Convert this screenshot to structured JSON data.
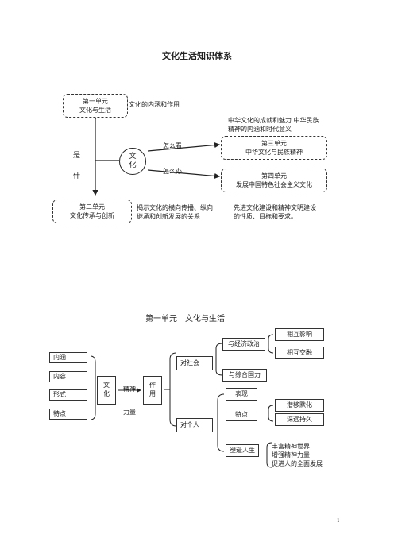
{
  "title": "文化生活知识体系",
  "diagram1": {
    "unit1": {
      "line1": "第一单元",
      "line2": "文化与生活"
    },
    "unit1_note": "文化的内涵和作用",
    "unit2": {
      "line1": "第二单元",
      "line2": "文化传承与创新"
    },
    "unit2_note": {
      "line1": "揭示文化的横向传播、纵向",
      "line2": "继承和创新发展的关系"
    },
    "shi": "是",
    "shen": "什",
    "culture": {
      "c1": "文",
      "c2": "化"
    },
    "how_see": "怎么看",
    "how_do": "怎么办",
    "unit3_note": {
      "line1": "中华文化的成就和魅力.中华民族",
      "line2": "精神的内涵和时代意义"
    },
    "unit3": {
      "line1": "第三单元",
      "line2": "中华文化与民族精神"
    },
    "unit4": {
      "line1": "第四单元",
      "line2": "发展中国特色社会主义文化"
    },
    "unit4_note": {
      "line1": "先进文化建设和精神文明建设",
      "line2": "的性质、目标和要求。"
    }
  },
  "diagram2": {
    "heading": "第一单元　文化与生活",
    "left_items": [
      "内涵",
      "内容",
      "形式",
      "特点"
    ],
    "culture": {
      "c1": "文",
      "c2": "化"
    },
    "spirit": "精神",
    "force": "力量",
    "effect": {
      "c1": "作",
      "c2": "用"
    },
    "society": "对社会",
    "individual": "对个人",
    "economy_politics": "与经济政治",
    "mutual_influence": "相互影响",
    "mutual_blend": "相互交融",
    "national_power": "与综合国力",
    "manifestation": "表现",
    "features": "特点",
    "subtle": "潜移默化",
    "lasting": "深远持久",
    "shape_life": "塑造人生",
    "life_effects": [
      "丰富精神世界",
      "增强精神力量",
      "促进人的全面发展"
    ]
  },
  "page_number": "1"
}
